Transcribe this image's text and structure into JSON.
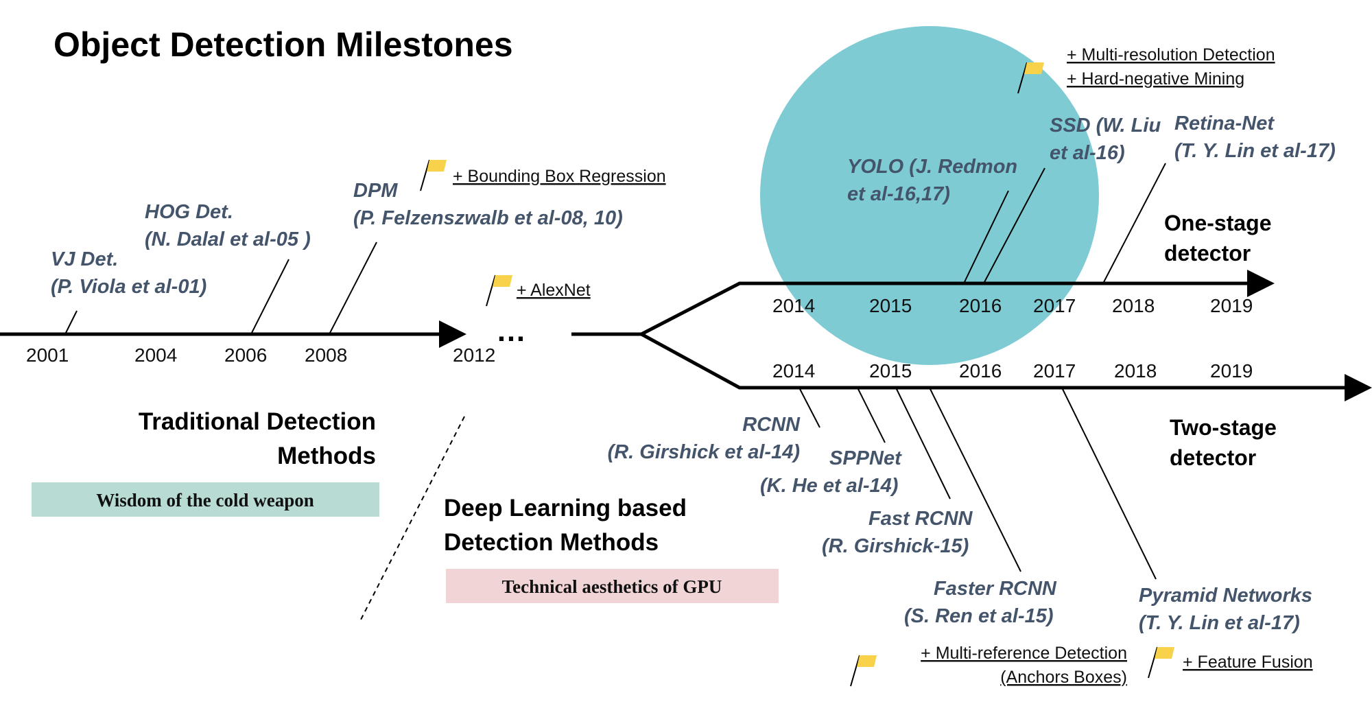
{
  "title": "Object Detection Milestones",
  "sections": {
    "traditional_line1": "Traditional Detection",
    "traditional_line2": "Methods",
    "traditional_tag": "Wisdom of the cold weapon",
    "deep_line1": "Deep Learning based",
    "deep_line2": "Detection Methods",
    "deep_tag": "Technical aesthetics of GPU"
  },
  "colors": {
    "circle": "#5bbcc8",
    "detector_text": "#44546a",
    "traditional_tag_bg": "#b8dcd4",
    "deep_tag_bg": "#f1d4d6",
    "flag": "#f8d24a"
  },
  "timeline_traditional": {
    "years": [
      "2001",
      "2004",
      "2006",
      "2008",
      "2012"
    ],
    "ellipsis": "…"
  },
  "one_stage": {
    "label_line1": "One-stage",
    "label_line2": "detector",
    "years": [
      "2014",
      "2015",
      "2016",
      "2017",
      "2018",
      "2019"
    ]
  },
  "two_stage": {
    "label_line1": "Two-stage",
    "label_line2": "detector",
    "years": [
      "2014",
      "2015",
      "2016",
      "2017",
      "2018",
      "2019"
    ]
  },
  "detectors": {
    "vj_1": "VJ Det.",
    "vj_2": "(P. Viola et al-01)",
    "hog_1": "HOG Det.",
    "hog_2": "(N. Dalal et al-05 )",
    "dpm_1": "DPM",
    "dpm_2": "(P. Felzenszwalb et al-08, 10)",
    "yolo_1": "YOLO (J. Redmon",
    "yolo_2": "et al-16,17)",
    "ssd_1": "SSD (W. Liu",
    "ssd_2": "et al-16)",
    "retina_1": "Retina-Net",
    "retina_2": "(T. Y. Lin et al-17)",
    "rcnn_1": "RCNN",
    "rcnn_2": "(R. Girshick et al-14)",
    "spp_1": "SPPNet",
    "spp_2": "(K. He et al-14)",
    "fast_1": "Fast RCNN",
    "fast_2": "(R. Girshick-15)",
    "faster_1": "Faster RCNN",
    "faster_2": "(S. Ren et al-15)",
    "fpn_1": "Pyramid Networks",
    "fpn_2": "(T. Y. Lin et al-17)"
  },
  "notes": {
    "bbox": "+ Bounding Box Regression",
    "alexnet": "+ AlexNet",
    "multires": "+ Multi-resolution Detection",
    "hardneg": "+ Hard-negative Mining",
    "multiref_1": "+ Multi-reference Detection",
    "multiref_2": "(Anchors Boxes)",
    "fusion": "+ Feature Fusion"
  }
}
